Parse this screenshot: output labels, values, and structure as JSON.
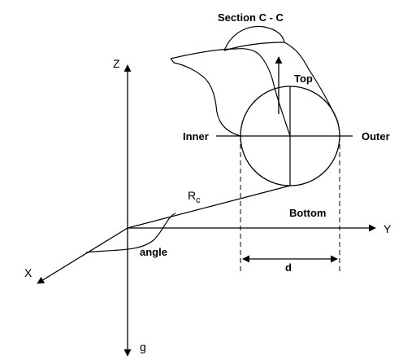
{
  "colors": {
    "ink": "#000000",
    "background": "#ffffff"
  },
  "labels": {
    "section": "Section C - C",
    "top": "Top",
    "bottom": "Bottom",
    "inner": "Inner",
    "outer": "Outer",
    "rc_main": "R",
    "rc_sub": "c",
    "angle": "angle",
    "d": "d"
  },
  "axes": {
    "z": "Z",
    "y": "Y",
    "x": "X",
    "g": "g"
  }
}
